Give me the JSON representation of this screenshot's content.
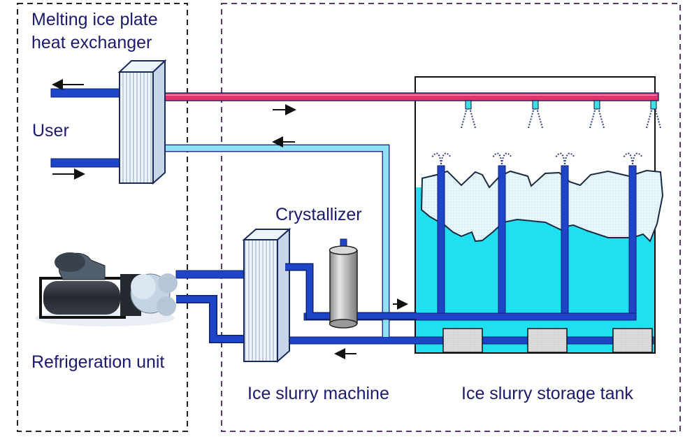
{
  "labels": {
    "heat_exchanger": [
      "Melting ice plate",
      "heat exchanger"
    ],
    "user": "User",
    "refrigeration_unit": "Refrigeration unit",
    "crystallizer": "Crystallizer",
    "ice_slurry_machine": "Ice slurry machine",
    "storage_tank": "Ice slurry storage tank"
  },
  "colors": {
    "text": "#1a1a6e",
    "hot_pipe": "#e0336e",
    "cold_pipe": "#8fe0f5",
    "dark_pipe": "#1e44c8",
    "water": "#19dff0",
    "ice": "#e4f6fb",
    "frame_left": "#222222",
    "frame_right": "#5a3a6a"
  },
  "flow_arrows": {
    "user_out": "left",
    "user_in": "right",
    "hot_line": "right",
    "cold_return": "left",
    "tank_inlet": "right",
    "machine_return": "left"
  },
  "tank": {
    "spray_nozzles": 4,
    "fountain_risers": 4,
    "bottom_blocks": 3
  }
}
